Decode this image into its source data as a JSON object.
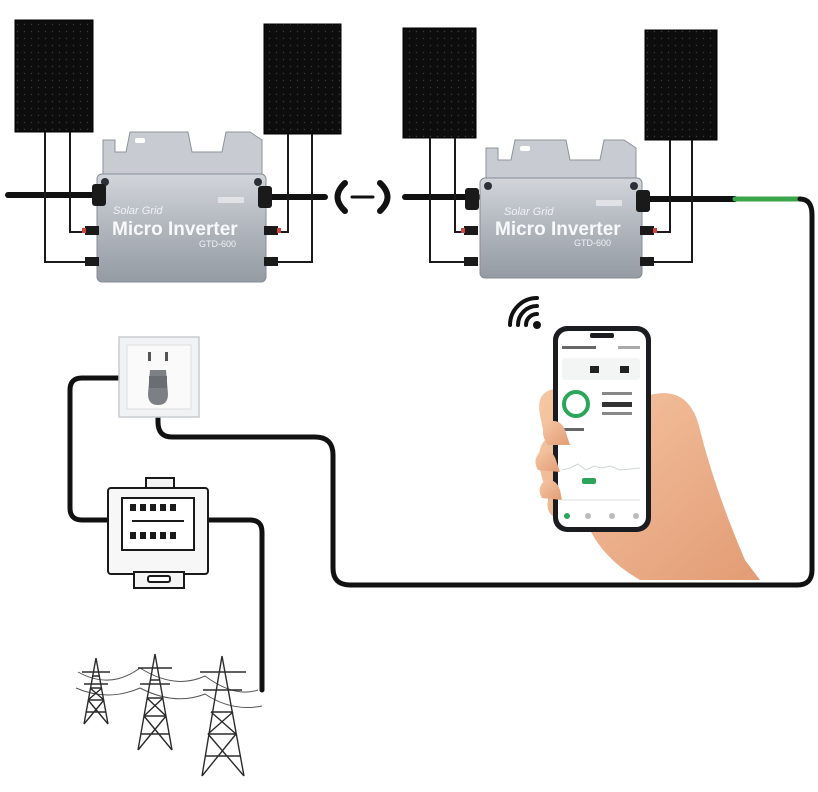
{
  "inverters": [
    {
      "brand": "Solar Grid",
      "title": "Micro Inverter",
      "model": "GTD-600"
    },
    {
      "brand": "Solar Grid",
      "title": "Micro Inverter",
      "model": "GTD-600"
    }
  ],
  "icons": {
    "solar_panel": "solar-panel-icon",
    "wifi": "wifi-icon",
    "smartphone": "smartphone-icon",
    "wall_socket": "wall-socket-icon",
    "electricity_meter": "electricity-meter-icon",
    "transmission_tower": "transmission-tower-icon"
  },
  "colors": {
    "panel": "#0d0d0d",
    "inverter": "#b4b9c0",
    "cable": "#111111",
    "ground_cable": "#3aa64a",
    "app_accent": "#2aa55a"
  }
}
